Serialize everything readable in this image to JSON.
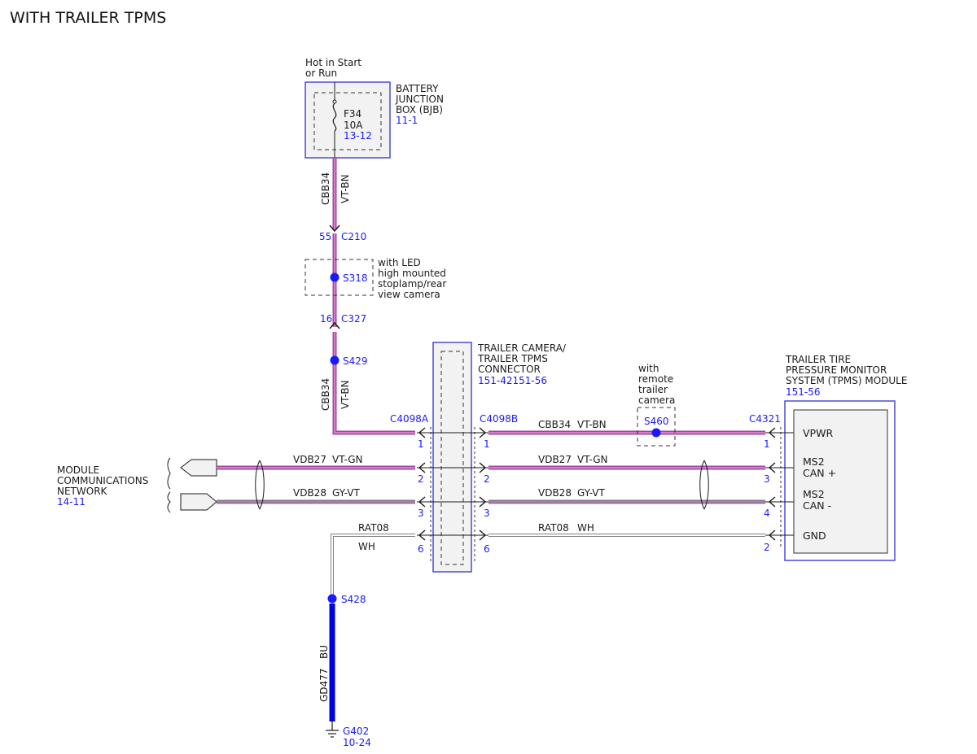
{
  "title": "WITH TRAILER TPMS",
  "colors": {
    "reference_blue": "#1a1aff",
    "box_border_blue": "#4a4ad8",
    "wire_violet": "#9c4aa0",
    "wire_pink": "#f08cd8",
    "wire_gray": "#808080",
    "wire_blue": "#0000e0",
    "box_fill": "#f2f2f2"
  },
  "power": {
    "note_line1": "Hot in Start",
    "note_line2": "or Run",
    "bjb_line1": "BATTERY",
    "bjb_line2": "JUNCTION",
    "bjb_line3": "BOX (BJB)",
    "bjb_ref": "11-1",
    "fuse_id": "F34",
    "fuse_rating": "10A",
    "fuse_ref": "13-12",
    "fuse_icon": "fuse-icon"
  },
  "vertical": {
    "wire_circuit": "CBB34",
    "wire_color": "VT-BN",
    "c210_pin": "55",
    "c210": "C210",
    "s318": "S318",
    "s318_note1": "with LED",
    "s318_note2": "high mounted",
    "s318_note3": "stoplamp/rear",
    "s318_note4": "view camera",
    "c327_pin": "16",
    "c327": "C327",
    "s429": "S429",
    "wire2_circuit": "CBB34",
    "wire2_color": "VT-BN"
  },
  "connector": {
    "name1": "TRAILER CAMERA/",
    "name2": "TRAILER TPMS",
    "name3": "CONNECTOR",
    "ref": "151-42151-56",
    "left_id": "C4098A",
    "right_id": "C4098B",
    "left_pins": [
      "1",
      "2",
      "3",
      "6"
    ],
    "right_pins": [
      "1",
      "2",
      "3",
      "6"
    ]
  },
  "network": {
    "line1": "MODULE",
    "line2": "COMMUNICATIONS",
    "line3": "NETWORK",
    "ref": "14-11"
  },
  "left_wires": {
    "vdb27": "VDB27",
    "vdb27_color": "VT-GN",
    "vdb28": "VDB28",
    "vdb28_color": "GY-VT",
    "rat08": "RAT08",
    "rat08_color": "WH"
  },
  "right_wires": {
    "cbb34": "CBB34",
    "cbb34_color": "VT-BN",
    "vdb27": "VDB27",
    "vdb27_color": "VT-GN",
    "vdb28": "VDB28",
    "vdb28_color": "GY-VT",
    "rat08": "RAT08",
    "rat08_color": "WH"
  },
  "s460": {
    "label": "S460",
    "note1": "with",
    "note2": "remote",
    "note3": "trailer",
    "note4": "camera"
  },
  "module": {
    "name1": "TRAILER TIRE",
    "name2": "PRESSURE MONITOR",
    "name3": "SYSTEM (TPMS) MODULE",
    "ref": "151-56",
    "connector": "C4321",
    "pins": [
      "1",
      "3",
      "4",
      "2"
    ],
    "vpwr": "VPWR",
    "can_plus_1": "MS2",
    "can_plus_2": "CAN +",
    "can_minus_1": "MS2",
    "can_minus_2": "CAN -",
    "gnd": "GND"
  },
  "ground": {
    "s428": "S428",
    "wire_circuit": "GD477",
    "wire_color": "BU",
    "g402": "G402",
    "ref": "10-24",
    "ground_icon": "ground-icon"
  }
}
